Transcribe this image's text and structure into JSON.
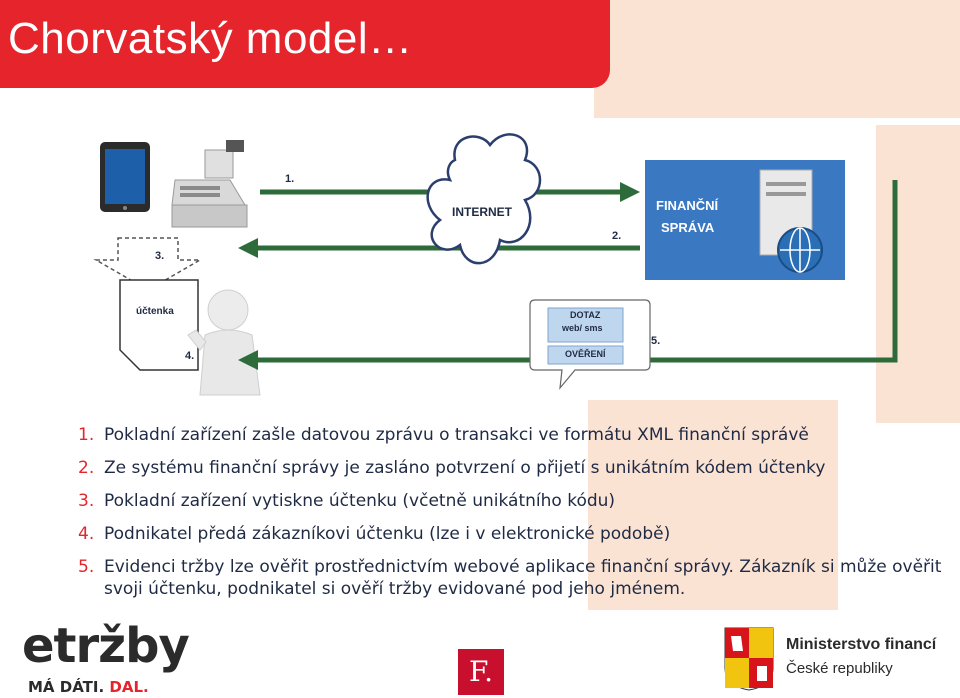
{
  "slide": {
    "title": "Chorvatský model…"
  },
  "diagram": {
    "step_1": "1.",
    "step_2": "2.",
    "step_3": "3.",
    "step_4": "4.",
    "step_5": "5.",
    "internet_label": "INTERNET",
    "finance_label_1": "FINANČNÍ",
    "finance_label_2": "SPRÁVA",
    "receipt_label": "účtenka",
    "query_label_1": "DOTAZ",
    "query_label_2": "web/ sms",
    "verify_label": "OVĚŘENÍ"
  },
  "list": [
    {
      "num": "1.",
      "text": "Pokladní zařízení zašle datovou zprávu o transakci ve formátu XML finanční správě"
    },
    {
      "num": "2.",
      "text": "Ze systému finanční správy je zasláno potvrzení o přijetí s unikátním kódem účtenky"
    },
    {
      "num": "3.",
      "text": "Pokladní zařízení vytiskne účtenku (včetně unikátního kódu)"
    },
    {
      "num": "4.",
      "text": "Podnikatel předá zákazníkovi účtenku (lze i v elektronické podobě)"
    },
    {
      "num": "5.",
      "text": "Evidenci tržby lze ověřit prostřednictvím webové aplikace finanční správy. Zákazník si může ověřit svoji účtenku, podnikatel si ověří tržby evidované pod jeho jménem."
    }
  ],
  "footer": {
    "etrzby_logo": "etržby",
    "etrzby_slogan_1": "MÁ DÁTI.",
    "etrzby_slogan_2": "DAL.",
    "f_logo": "F.",
    "ministry_line_1": "Ministerstvo financí",
    "ministry_line_2": "České republiky"
  },
  "colors": {
    "brand_red": "#e5242b",
    "finance_blue": "#3b78c2",
    "arrow_green": "#2e6b3a",
    "peach": "#fbe3d4"
  }
}
